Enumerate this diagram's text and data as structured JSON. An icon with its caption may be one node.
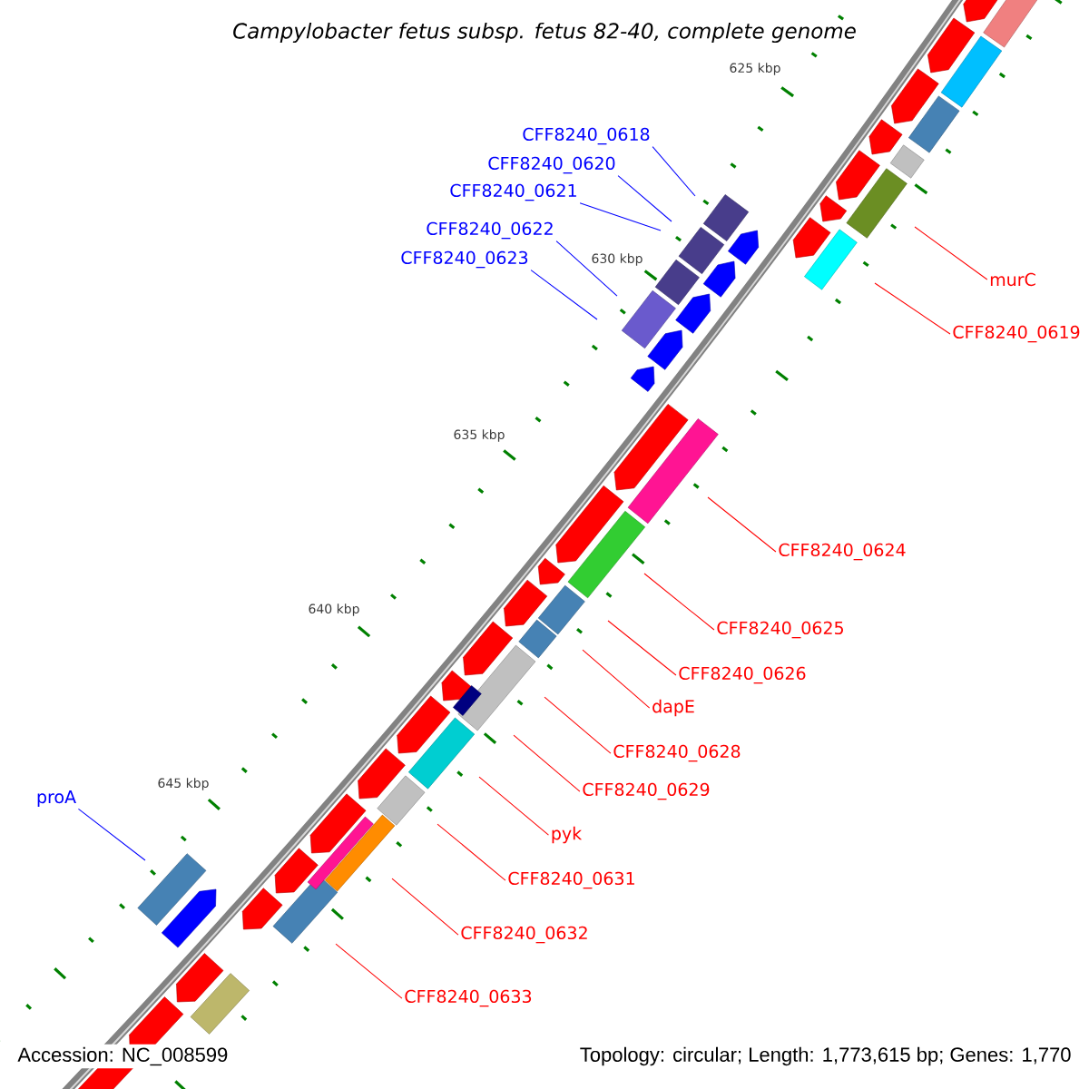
{
  "diagram": {
    "title": "Campylobacter fetus subsp. fetus 82-40, complete genome",
    "nodes": [
      {
        "text": [
          "CFF8240_0618"
        ]
      },
      {
        "text": [
          "CFF8240_0620"
        ]
      },
      {
        "text": [
          "CFF8240_0621"
        ]
      },
      {
        "text": [
          "CFF8240_0622"
        ]
      },
      {
        "text": [
          "CFF8240_0623"
        ]
      },
      {
        "text": [
          "murC"
        ]
      },
      {
        "text": [
          "CFF8240_0619"
        ]
      },
      {
        "text": [
          "CFF8240_0624"
        ]
      },
      {
        "text": [
          "CFF8240_0625"
        ]
      },
      {
        "text": [
          "CFF8240_0626"
        ]
      },
      {
        "text": [
          "dapE"
        ]
      },
      {
        "text": [
          "CFF8240_0628"
        ]
      },
      {
        "text": [
          "CFF8240_0629"
        ]
      },
      {
        "text": [
          "pyk"
        ]
      },
      {
        "text": [
          "CFF8240_0631"
        ]
      },
      {
        "text": [
          "CFF8240_0632"
        ]
      },
      {
        "text": [
          "CFF8240_0633"
        ]
      },
      {
        "text": [
          "proA"
        ]
      }
    ],
    "edges": [
      {
        "from": 0,
        "to": null,
        "arrow": "none",
        "color": "#0000ff"
      },
      {
        "from": 1,
        "to": null,
        "arrow": "none",
        "color": "#0000ff"
      },
      {
        "from": 2,
        "to": null,
        "arrow": "none",
        "color": "#0000ff"
      },
      {
        "from": 3,
        "to": null,
        "arrow": "none",
        "color": "#0000ff"
      },
      {
        "from": 4,
        "to": null,
        "arrow": "none",
        "color": "#0000ff"
      },
      {
        "from": 5,
        "to": null,
        "arrow": "none"
      },
      {
        "from": 6,
        "to": null,
        "arrow": "none"
      },
      {
        "from": 7,
        "to": null,
        "arrow": "none"
      },
      {
        "from": 8,
        "to": null,
        "arrow": "none"
      },
      {
        "from": 9,
        "to": null,
        "arrow": "none"
      },
      {
        "from": 10,
        "to": null,
        "arrow": "none"
      },
      {
        "from": 11,
        "to": null,
        "arrow": "none"
      },
      {
        "from": 12,
        "to": null,
        "arrow": "none"
      },
      {
        "from": 13,
        "to": null,
        "arrow": "none"
      },
      {
        "from": 14,
        "to": null,
        "arrow": "none"
      },
      {
        "from": 15,
        "to": null,
        "arrow": "none"
      },
      {
        "from": 16,
        "to": null,
        "arrow": "none"
      },
      {
        "from": 17,
        "to": null,
        "arrow": "none",
        "color": "#0000ff"
      }
    ],
    "labels": [
      "625 kbp",
      "630 kbp",
      "635 kbp",
      "640 kbp",
      "645 kbp",
      "Accession: NC_008599",
      "Topology: circular; Length: 1,773,615 bp; Genes: 1,770"
    ]
  }
}
